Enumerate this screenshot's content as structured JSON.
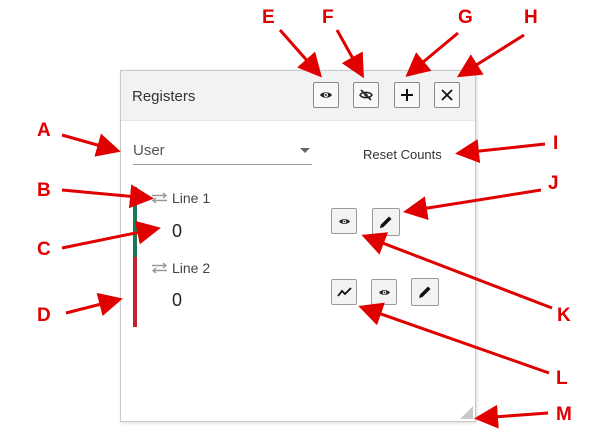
{
  "panel": {
    "title": "Registers",
    "header_buttons": {
      "show_all": "eye-icon",
      "hide_all": "eye-slash-icon",
      "add": "plus-icon",
      "close": "close-icon"
    },
    "register_type": {
      "selected": "User"
    },
    "reset_counts_label": "Reset Counts",
    "registers": [
      {
        "name": "Line 1",
        "value": "0",
        "color": "#1b7a56",
        "icon": "swap-arrows-icon"
      },
      {
        "name": "Line 2",
        "value": "0",
        "color": "#c62034",
        "icon": "swap-arrows-icon"
      }
    ]
  },
  "callouts": [
    "A",
    "B",
    "C",
    "D",
    "E",
    "F",
    "G",
    "H",
    "I",
    "J",
    "K",
    "L",
    "M"
  ],
  "colors": {
    "annotation": "#e00000",
    "header_bg": "#f2f2f2"
  }
}
